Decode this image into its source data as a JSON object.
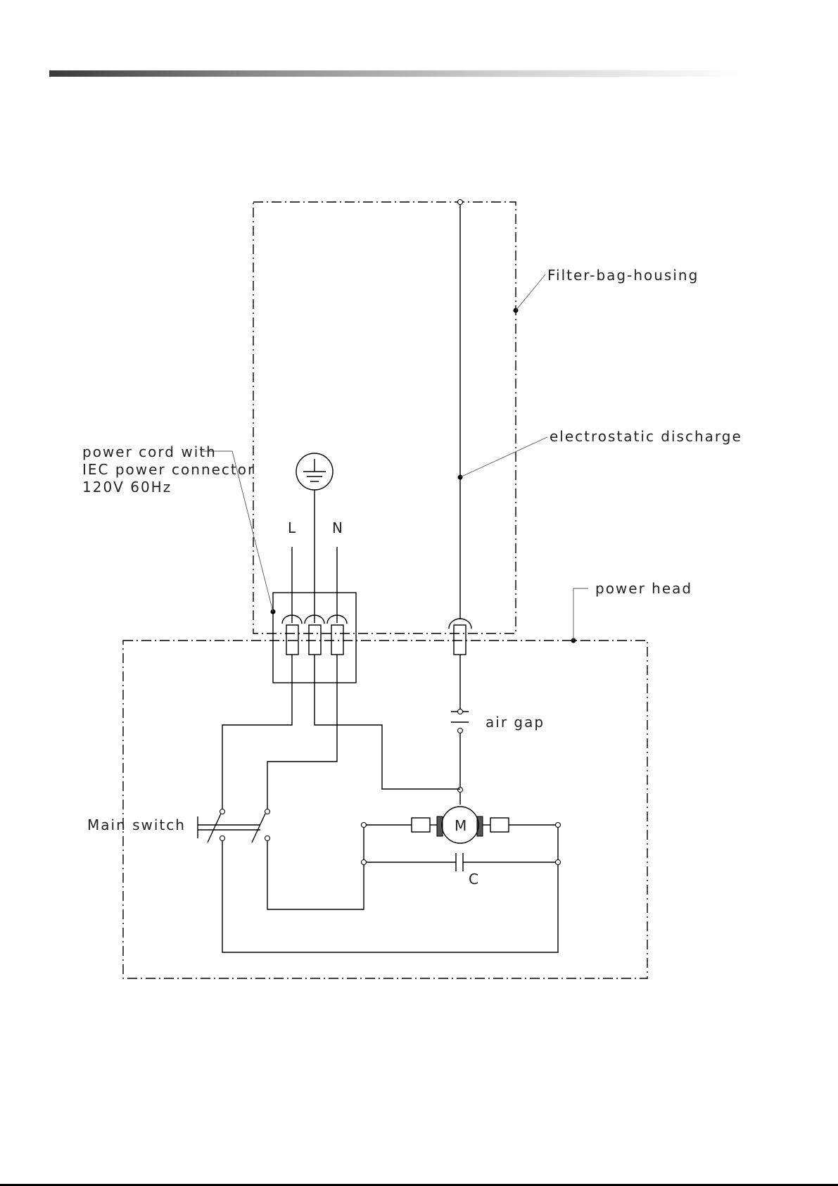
{
  "labels": {
    "filter_bag_housing": "Filter-bag-housing",
    "electrostatic_discharge": "electrostatic discharge",
    "power_cord_line1": "power cord with",
    "power_cord_line2": "IEC power connector",
    "power_cord_line3": "120V 60Hz",
    "power_head": "power head",
    "line": "L",
    "neutral": "N",
    "air_gap": "air gap",
    "main_switch": "Main switch",
    "motor": "M",
    "capacitor": "C"
  }
}
